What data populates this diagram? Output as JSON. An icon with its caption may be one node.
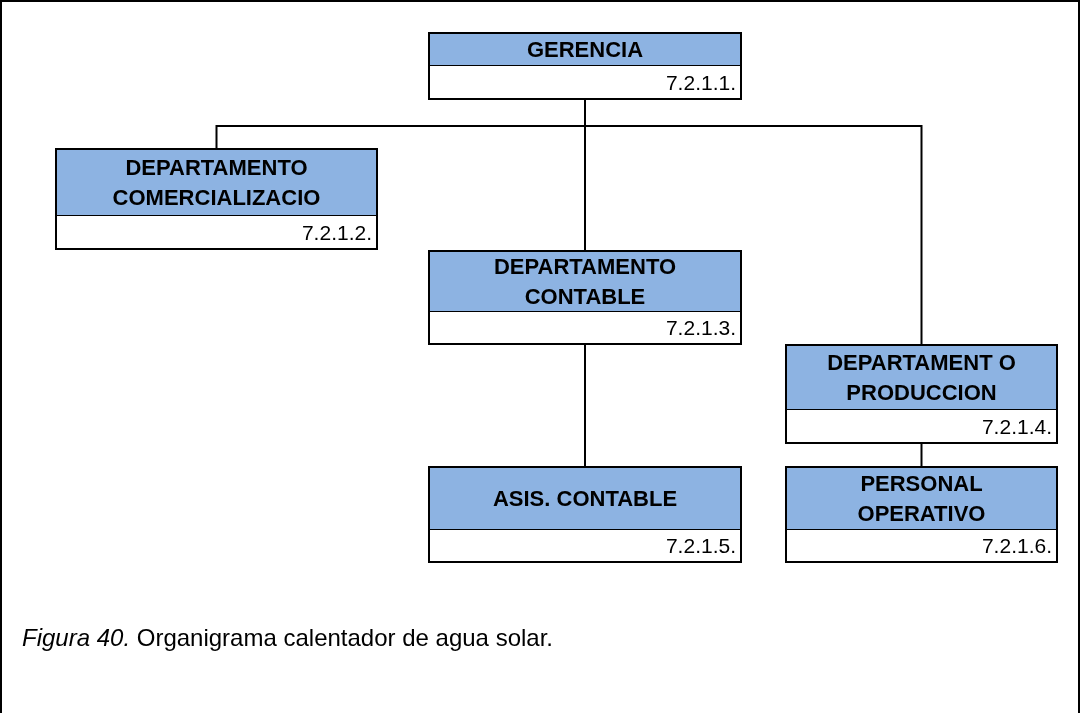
{
  "diagram": {
    "caption": "*Figura 40.* Organigrama calentador de agua solar.",
    "nodes": [
      {
        "text": [
          "GERENCIA",
          "7.2.1.1."
        ]
      },
      {
        "text": [
          "DEPARTAMENTO COMERCIALIZACIO",
          "7.2.1.2."
        ]
      },
      {
        "text": [
          "DEPARTAMENTO CONTABLE",
          "7.2.1.3."
        ]
      },
      {
        "text": [
          "DEPARTAMENT O PRODUCCION",
          "7.2.1.4."
        ]
      },
      {
        "text": [
          "ASIS. CONTABLE",
          "7.2.1.5."
        ]
      },
      {
        "text": [
          "PERSONAL OPERATIVO",
          "7.2.1.6."
        ]
      }
    ],
    "edges": [
      {
        "from": 0,
        "to": 1,
        "arrow": "none"
      },
      {
        "from": 0,
        "to": 2,
        "arrow": "none"
      },
      {
        "from": 0,
        "to": 3,
        "arrow": "none"
      },
      {
        "from": 2,
        "to": 4,
        "arrow": "none"
      },
      {
        "from": 3,
        "to": 5,
        "arrow": "none"
      }
    ]
  }
}
